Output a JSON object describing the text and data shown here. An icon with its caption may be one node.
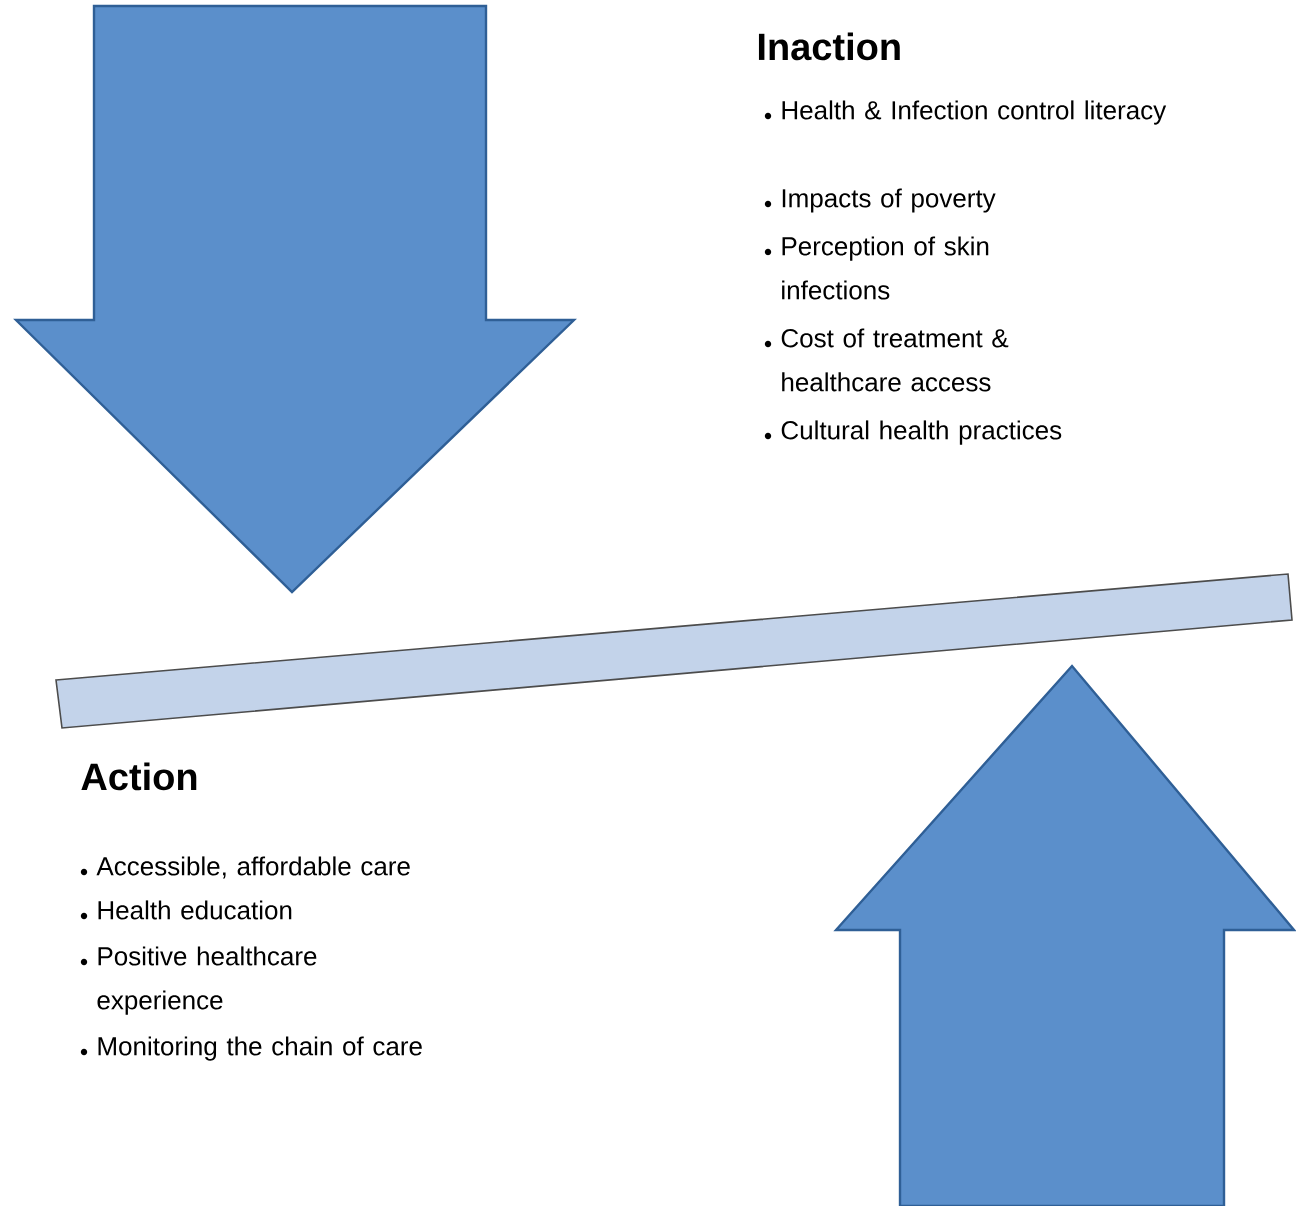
{
  "diagram": {
    "labels": [
      "Inaction",
      "Health & Infection control literacy",
      "Impacts of poverty",
      "Perception of skin infections",
      "Cost of treatment & healthcare access",
      "Cultural health practices",
      "Action",
      "Accessible, affordable care",
      "Health education",
      "Positive healthcare experience",
      "Monitoring the chain of care"
    ]
  }
}
